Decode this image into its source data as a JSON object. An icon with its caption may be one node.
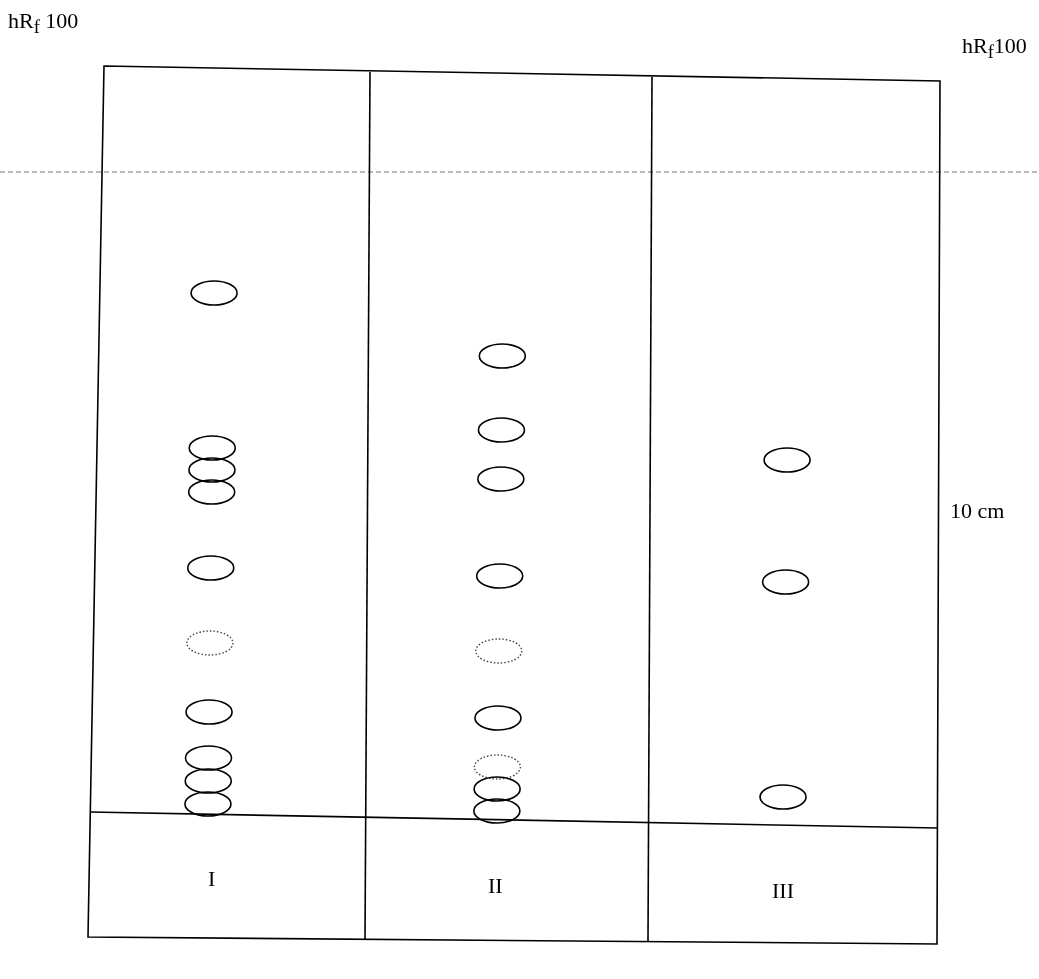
{
  "diagram": {
    "labels": [
      "hR$_{f}$ 100",
      "hR$_{f}$100",
      "10 cm",
      "I",
      "II",
      "III"
    ]
  }
}
